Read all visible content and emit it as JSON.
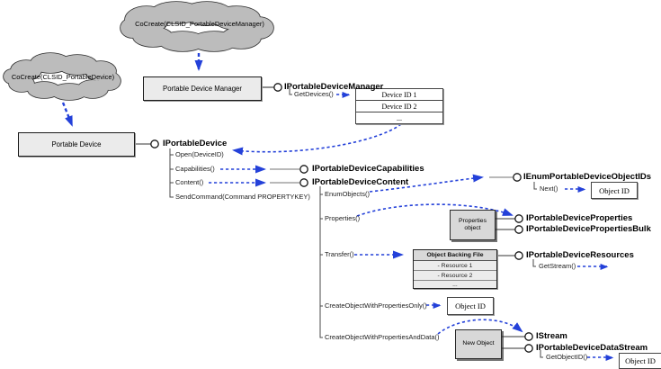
{
  "clouds": {
    "manager": "CoCreate(CLSID_PortableDeviceManager)",
    "device": "CoCreate(CLSID_PortableDevice)"
  },
  "boxes": {
    "manager": "Portable Device Manager",
    "device": "Portable Device",
    "properties_object": "Properties object",
    "new_object": "New Object",
    "backing_file": {
      "header": "Object Backing File",
      "rows": [
        "- Resource 1",
        "- Resource 2",
        "..."
      ]
    },
    "object_id": "Object ID"
  },
  "device_id_list": {
    "rows": [
      "Device ID 1",
      "Device ID 2",
      "..."
    ]
  },
  "interfaces": {
    "manager": "IPortableDeviceManager",
    "device": "IPortableDevice",
    "capabilities": "IPortableDeviceCapabilities",
    "content": "IPortableDeviceContent",
    "enum_object_ids": "IEnumPortableDeviceObjectIDs",
    "properties": "IPortableDeviceProperties",
    "properties_bulk": "IPortableDevicePropertiesBulk",
    "resources": "IPortableDeviceResources",
    "istream": "IStream",
    "data_stream": "IPortableDeviceDataStream"
  },
  "methods": {
    "get_devices": "GetDevices()",
    "open": "Open(DeviceID)",
    "capabilities": "Capabilities()",
    "content": "Content()",
    "send_command": "SendCommand(Command PROPERTYKEY)",
    "enum_objects": "EnumObjects()",
    "properties": "Properties()",
    "transfer": "Transfer()",
    "create_props_only": "CreateObjectWithPropertiesOnly()",
    "create_props_data": "CreateObjectWithPropertiesAndData()",
    "next": "Next()",
    "get_stream": "GetStream()",
    "get_object_id": "GetObjectID()"
  },
  "colors": {
    "arrow_blue": "#2441d9",
    "cloud_fill": "#bcbcbc",
    "box_fill": "#ebebeb",
    "panel_fill": "#d8d8d8"
  }
}
